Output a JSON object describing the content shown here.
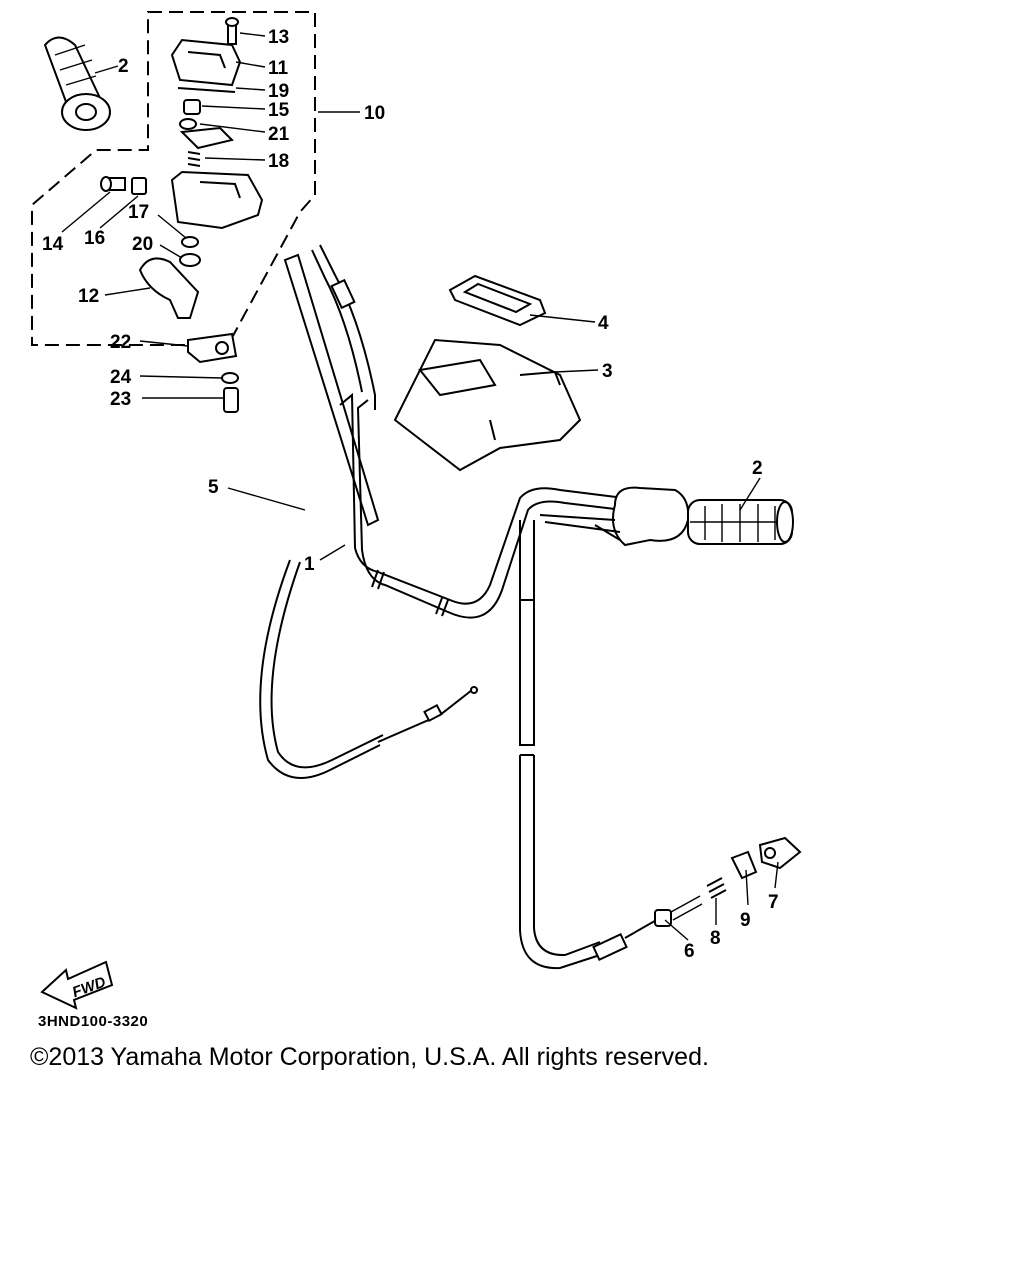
{
  "diagram": {
    "callouts": {
      "c1": "1",
      "c2a": "2",
      "c2b": "2",
      "c3": "3",
      "c4": "4",
      "c5": "5",
      "c6": "6",
      "c7": "7",
      "c8": "8",
      "c9": "9",
      "c10": "10",
      "c11": "11",
      "c12": "12",
      "c13": "13",
      "c14": "14",
      "c15": "15",
      "c16": "16",
      "c17": "17",
      "c18": "18",
      "c19": "19",
      "c20": "20",
      "c21": "21",
      "c22": "22",
      "c23": "23",
      "c24": "24"
    },
    "fwd_label": "FWD",
    "code": "3HND100-3320"
  },
  "footer": {
    "copyright": "©2013 Yamaha Motor Corporation, U.S.A. All rights reserved."
  }
}
